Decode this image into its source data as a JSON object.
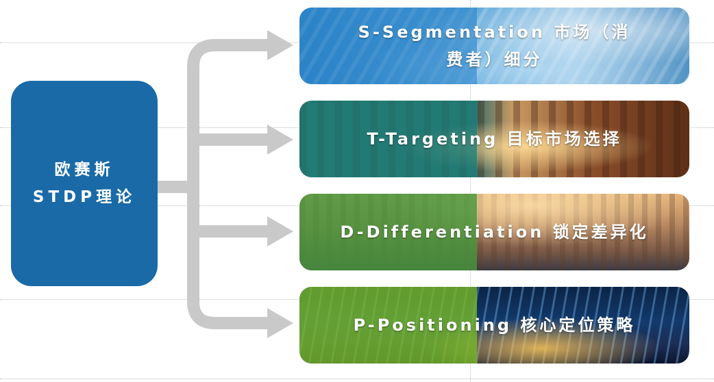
{
  "root": {
    "line1": "欧赛斯",
    "line2": "STDP理论"
  },
  "items": [
    {
      "line1": "S-Segmentation 市场（消",
      "line2": "费者）细分"
    },
    {
      "line1": "T-Targeting 目标市场选择"
    },
    {
      "line1": "D-Differentiation 锁定差异化"
    },
    {
      "line1": "P-Positioning 核心定位策略"
    }
  ],
  "colors": {
    "root_fill": "#1a6aa7",
    "connector": "#c9c9c9",
    "segmentation": "#2882c8",
    "targeting": "#197d78",
    "differentiation": "#46963c",
    "positioning": "#78b928"
  }
}
